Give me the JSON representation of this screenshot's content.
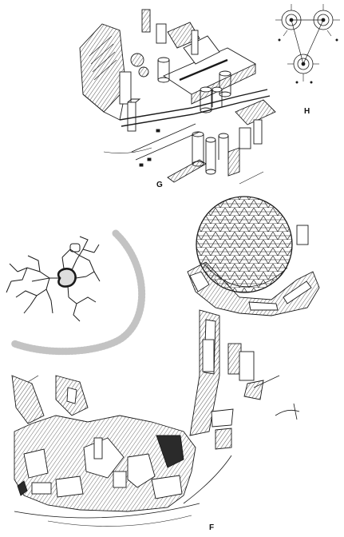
{
  "figure": {
    "labels": {
      "g": "G",
      "h": "H",
      "f": "F"
    },
    "ink_color": "#1a1a1a",
    "hatch_color": "#555555",
    "paper_color": "#ffffff"
  }
}
